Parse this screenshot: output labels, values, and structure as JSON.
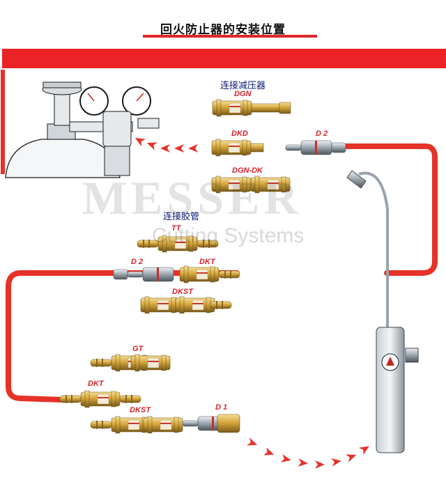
{
  "title": "回火防止器的安装位置",
  "watermark": {
    "brand": "MESSER",
    "subtitle": "Cutting Systems"
  },
  "colors": {
    "accent": "#e3242b",
    "hose": "#e63228",
    "brass": "#d4a63c",
    "steel": "#8f9aa4"
  },
  "sections": {
    "regulator": "连接减压器",
    "hose": "连接胶管"
  },
  "fittings": [
    {
      "id": "dgn",
      "label": "DGN"
    },
    {
      "id": "dkd",
      "label": "DKD"
    },
    {
      "id": "d2-top",
      "label": "D 2"
    },
    {
      "id": "dgn-dk",
      "label": "DGN-DK"
    },
    {
      "id": "tt",
      "label": "TT"
    },
    {
      "id": "d2-mid",
      "label": "D 2"
    },
    {
      "id": "dkt-mid",
      "label": "DKT"
    },
    {
      "id": "dkst-mid",
      "label": "DKST"
    },
    {
      "id": "gt",
      "label": "GT"
    },
    {
      "id": "dkt-low",
      "label": "DKT"
    },
    {
      "id": "dkst-low",
      "label": "DKST"
    },
    {
      "id": "d1",
      "label": "D 1"
    }
  ]
}
